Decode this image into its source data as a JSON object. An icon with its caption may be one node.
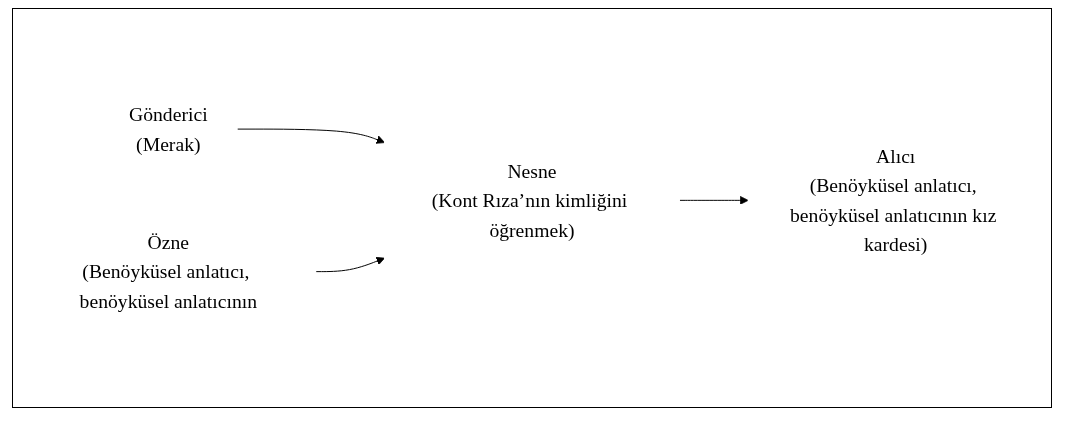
{
  "diagram": {
    "nodes": [
      {
        "text": [
          "Gönderici",
          "(Merak)"
        ]
      },
      {
        "text": [
          "Nesne",
          "(Kont Rıza’nın kimliğini öğrenmek)"
        ]
      },
      {
        "text": [
          "Alıcı",
          "(Benöyküsel anlatıcı, benöyküsel anlatıcının kız kardesi)"
        ]
      },
      {
        "text": [
          "Özne",
          "(Benöyküsel anlatıcı, benöyküsel anlatıcının"
        ]
      }
    ],
    "edges": [
      {
        "from": 0,
        "to": 1,
        "arrow": "to"
      },
      {
        "from": 1,
        "to": 2,
        "arrow": "to"
      },
      {
        "from": 3,
        "to": 1,
        "arrow": "to"
      }
    ]
  }
}
